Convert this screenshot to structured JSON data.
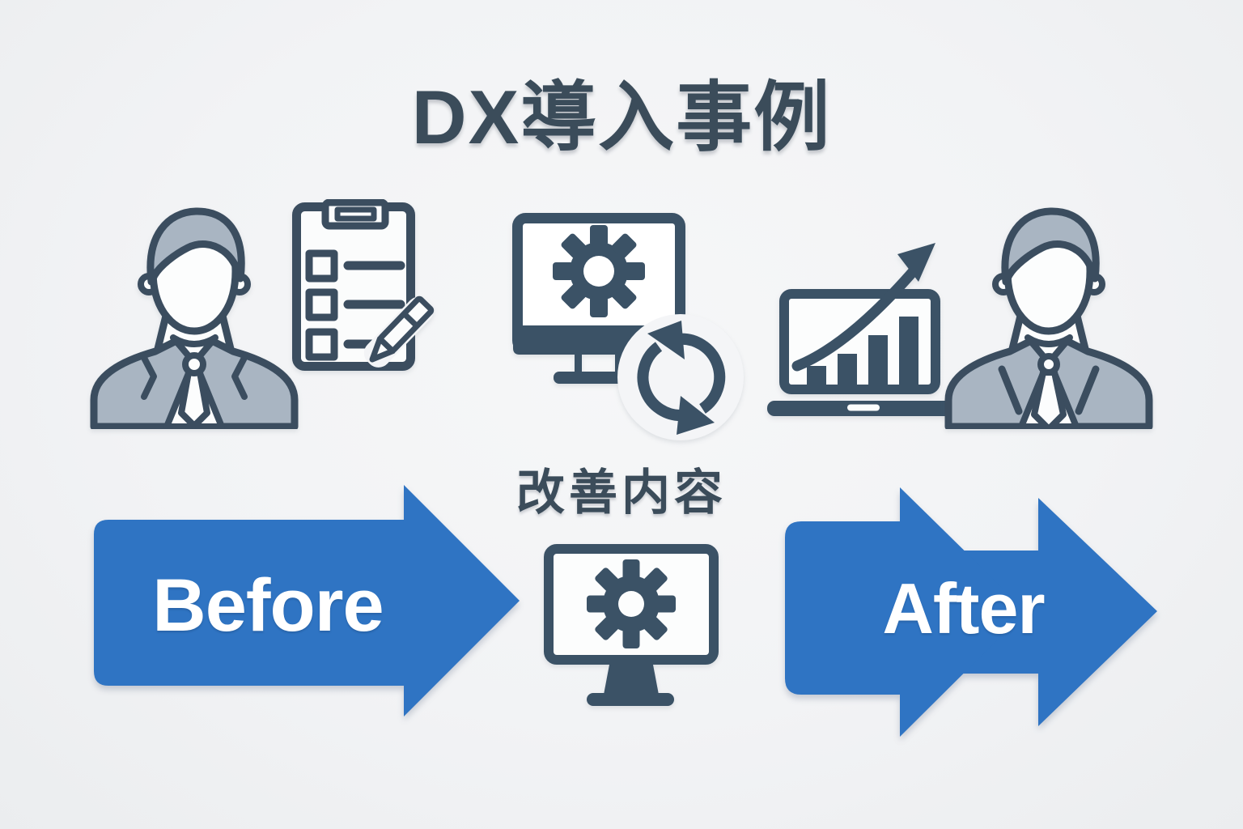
{
  "title": {
    "text": "DX導入事例",
    "color": "#3b4c5a"
  },
  "improvement": {
    "label": "改善内容"
  },
  "flow": {
    "before_label": "Before",
    "after_label": "After",
    "arrow_color": "#2f74c3",
    "label_color": "#ffffff"
  },
  "icons": {
    "top_row": [
      {
        "name": "businessman-icon"
      },
      {
        "name": "checklist-clipboard-pencil-icon"
      },
      {
        "name": "computer-gear-sync-icon"
      },
      {
        "name": "laptop-growth-chart-icon"
      },
      {
        "name": "businessman-icon"
      }
    ],
    "center": {
      "name": "computer-gear-icon"
    }
  },
  "palette": {
    "ink_outline": "#3b4d5f",
    "ink_solid": "#3b5266",
    "gray_fill": "#a9b5c2",
    "white_fill": "#fcfdfd",
    "background": "#f2f3f5",
    "arrow_blue": "#2f74c3"
  }
}
